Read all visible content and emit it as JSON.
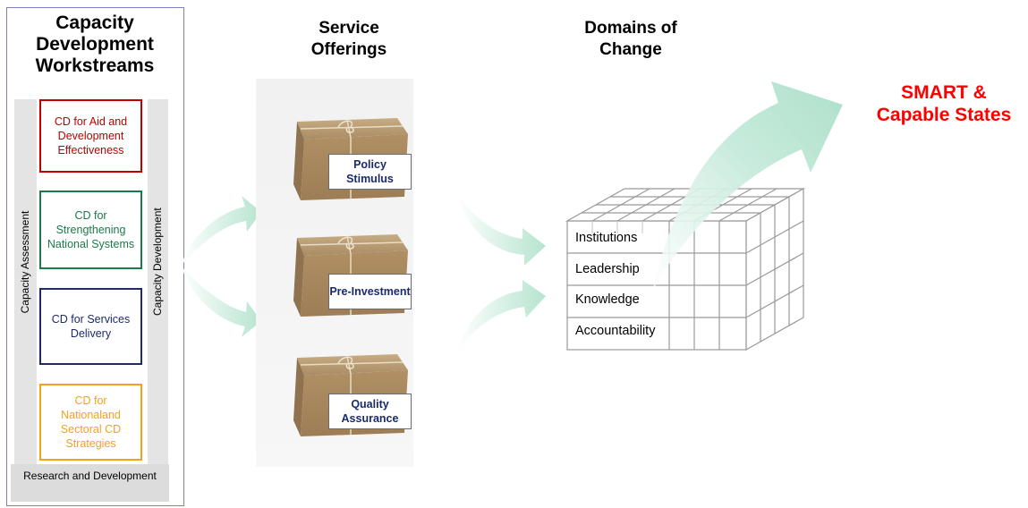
{
  "workstreams": {
    "title": "Capacity Development Workstreams",
    "left_label": "Capacity Assessment",
    "right_label": "Capacity Development",
    "bottom_label": "Research and Development",
    "items": [
      {
        "label": "CD for Aid and Development Effectiveness",
        "color": "#c00000"
      },
      {
        "label": "CD for Strengthening National Systems",
        "color": "#1b7a4a"
      },
      {
        "label": "CD for Services Delivery",
        "color": "#1f2a66"
      },
      {
        "label": "CD for Nationaland Sectoral CD Strategies",
        "color": "#f4a21c"
      }
    ]
  },
  "services": {
    "title": "Service Offerings",
    "items": [
      {
        "label": "Policy Stimulus"
      },
      {
        "label": "Pre-Investment"
      },
      {
        "label": "Quality Assurance"
      }
    ]
  },
  "domains": {
    "title": "Domains of Change",
    "items": [
      "Institutions",
      "Leadership",
      "Knowledge",
      "Accountability"
    ]
  },
  "outcome": {
    "label": "SMART & Capable States",
    "color": "#ff0000"
  },
  "colors": {
    "arrow": "#c8ecdb",
    "package": "#b5986e",
    "label_text": "#1a2a6e"
  }
}
